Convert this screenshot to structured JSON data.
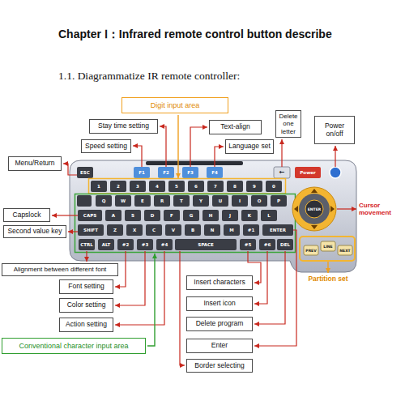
{
  "diagram": {
    "title": "Chapter Ⅰ：Infrared remote control button describe",
    "nodes": [
      {
        "text": [
          "Digit input area"
        ]
      },
      {
        "text": [
          "Delete one letter"
        ]
      },
      {
        "text": [
          "Power on/off"
        ]
      },
      {
        "text": [
          "Stay time setting"
        ]
      },
      {
        "text": [
          "Text-align"
        ]
      },
      {
        "text": [
          "Speed setting"
        ]
      },
      {
        "text": [
          "Language set"
        ]
      },
      {
        "text": [
          "Menu/Return"
        ]
      },
      {
        "text": [
          "Capslock"
        ]
      },
      {
        "text": [
          "Second value key"
        ]
      },
      {
        "text": [
          "Alignment between different font"
        ]
      },
      {
        "text": [
          "Insert characters"
        ]
      },
      {
        "text": [
          "Font setting"
        ]
      },
      {
        "text": [
          "Color setting"
        ]
      },
      {
        "text": [
          "Insert icon"
        ]
      },
      {
        "text": [
          "Action setting"
        ]
      },
      {
        "text": [
          "Delete program"
        ]
      },
      {
        "text": [
          "Conventional character input area"
        ]
      },
      {
        "text": [
          "Enter"
        ]
      },
      {
        "text": [
          "Border selecting"
        ]
      }
    ],
    "labels": [
      "1.1. Diagrammatize IR remote controller:",
      "Cursor movement",
      "Partition set",
      "ESC",
      "F1",
      "F2",
      "F3",
      "F4",
      "←",
      "Power",
      "1",
      "2",
      "3",
      "4",
      "5",
      "6",
      "7",
      "8",
      "9",
      "0",
      "Q",
      "W",
      "E",
      "R",
      "T",
      "Y",
      "U",
      "I",
      "O",
      "P",
      "CAPS",
      "A",
      "S",
      "D",
      "F",
      "G",
      "H",
      "J",
      "K",
      "L",
      "SHIFT",
      "Z",
      "X",
      "C",
      "V",
      "B",
      "N",
      "M",
      "#1",
      "ENTER",
      "CTRL",
      "ALT",
      "#2",
      "#3",
      "#4",
      "SPACE",
      "#5",
      "#6",
      "DEL",
      "ENTER",
      "PREV",
      "LINE",
      "NEXT"
    ]
  }
}
